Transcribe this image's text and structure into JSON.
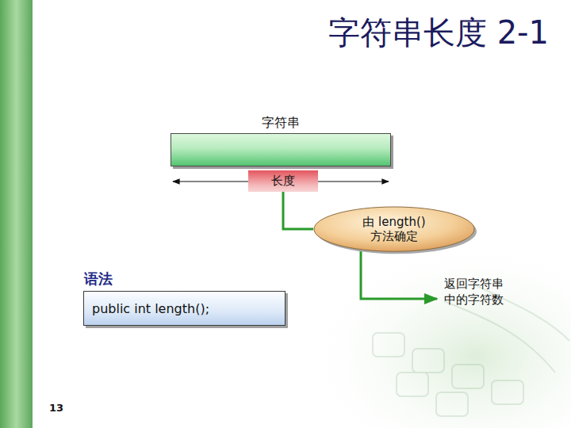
{
  "diagram": {
    "title": "字符串长度 2-1",
    "nodes": [
      {
        "text": [
          "字符串"
        ]
      },
      {
        "text": [
          "长度"
        ]
      },
      {
        "text": [
          "由 length() 方法确定"
        ]
      },
      {
        "text": [
          "语法",
          "public int length();"
        ]
      }
    ],
    "edges": [
      {
        "from": 1,
        "to": 2,
        "arrow": "none"
      }
    ],
    "labels": [
      "返回字符串 中的字符数",
      "13"
    ]
  }
}
